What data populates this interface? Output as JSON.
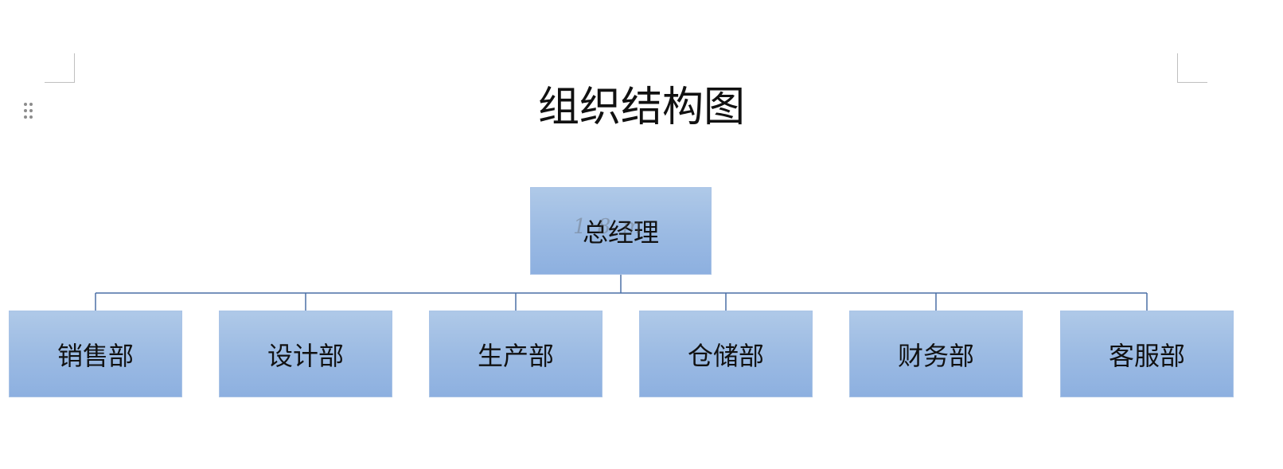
{
  "title": "组织结构图",
  "root": {
    "label": "总经理"
  },
  "departments": [
    {
      "label": "销售部"
    },
    {
      "label": "设计部"
    },
    {
      "label": "生产部"
    },
    {
      "label": "仓储部"
    },
    {
      "label": "财务部"
    },
    {
      "label": "客服部"
    }
  ],
  "watermark": "1 8 m",
  "colors": {
    "box_top": "#afc9e8",
    "box_bottom": "#8db0e0",
    "connector": "#4a6fa5"
  }
}
